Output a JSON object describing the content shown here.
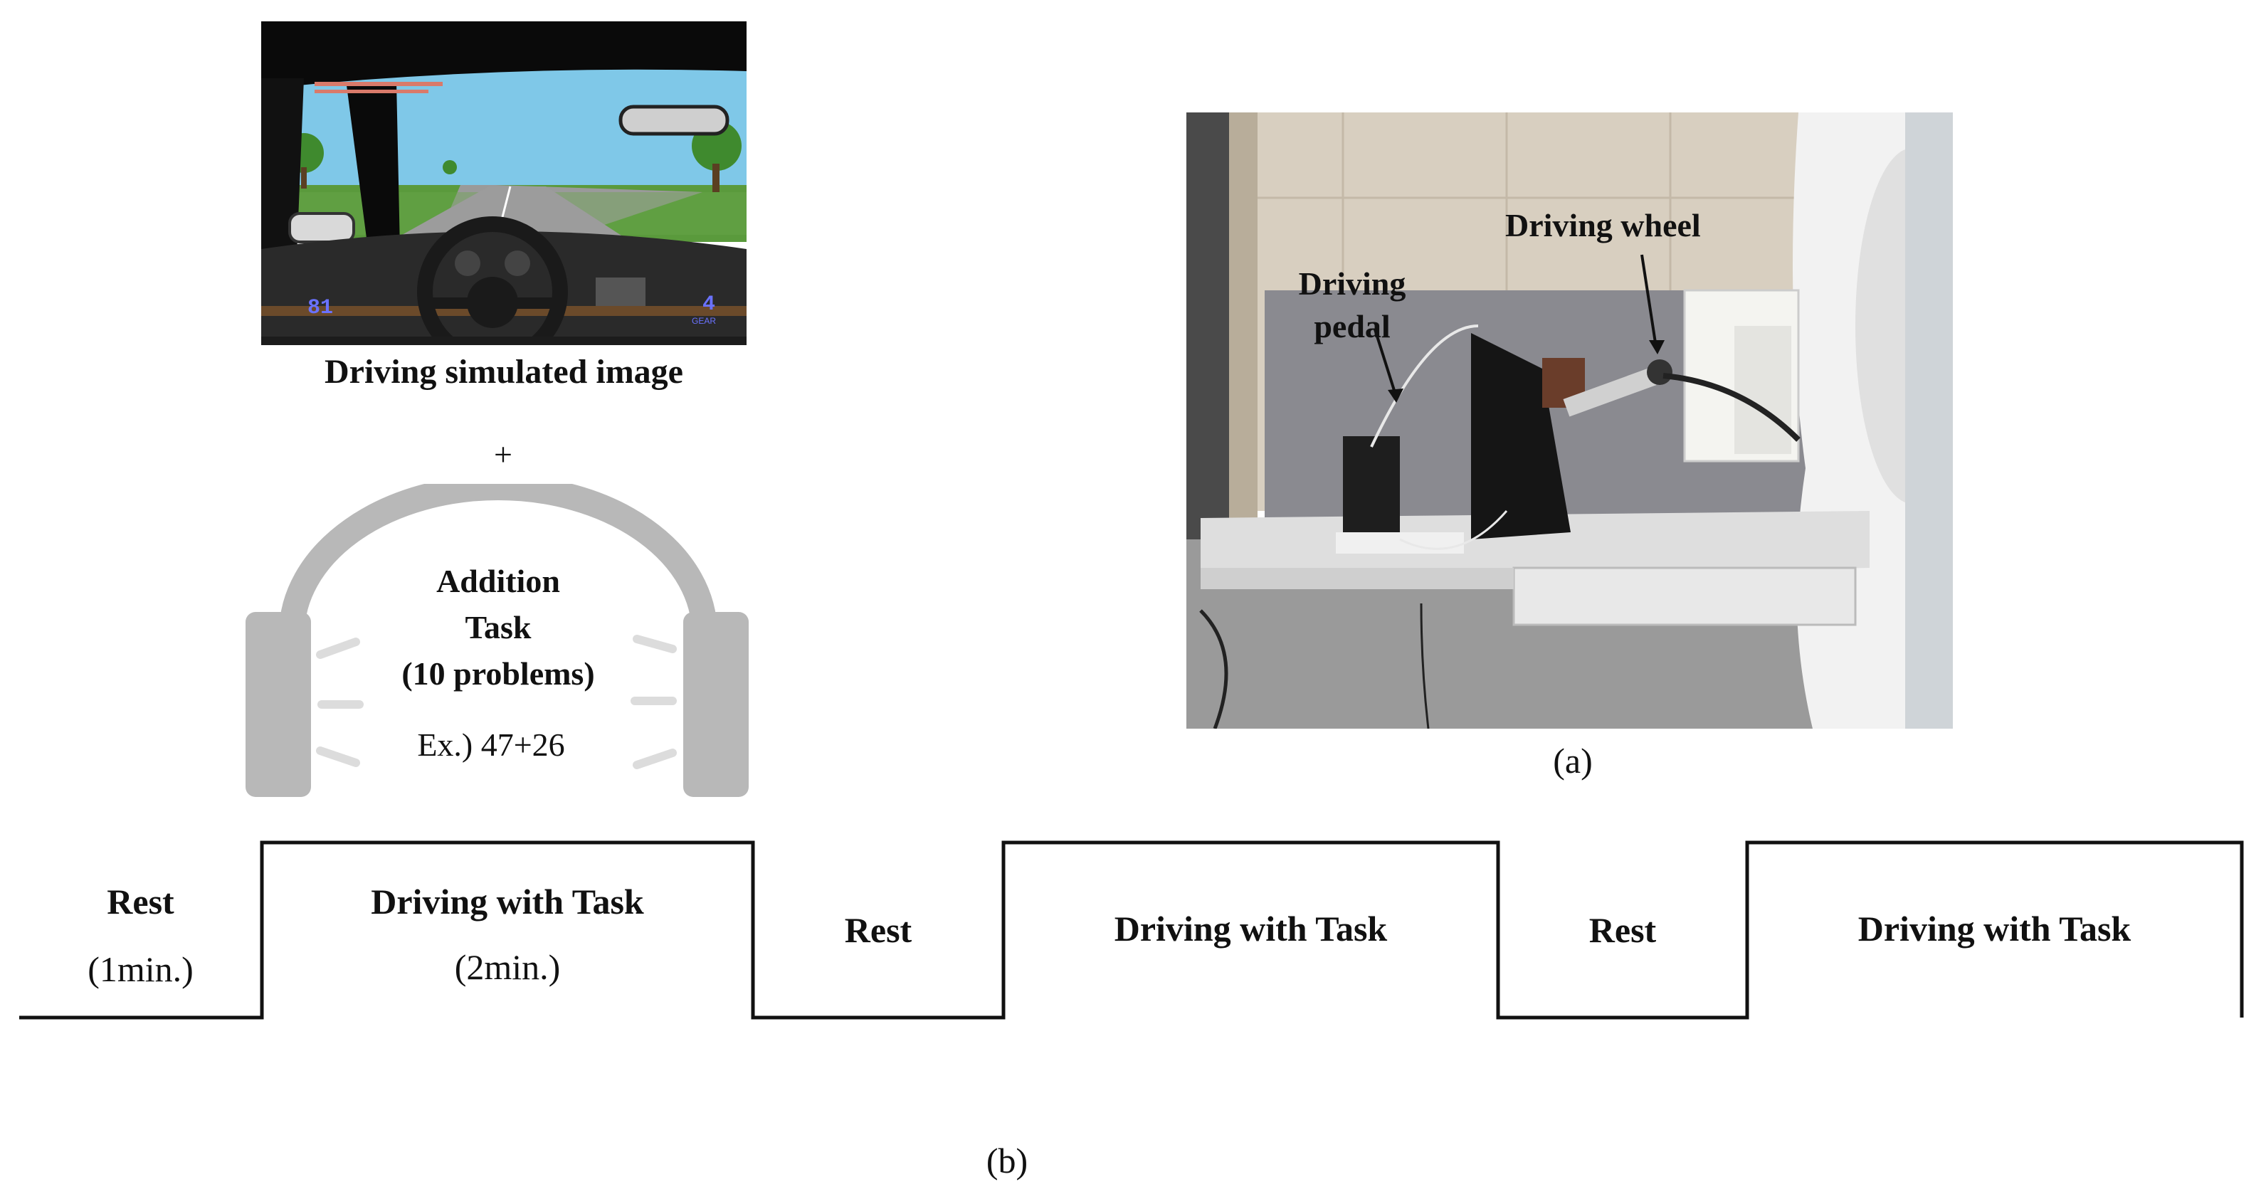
{
  "panel_a": {
    "sim_caption": "Driving simulated image",
    "plus": "+",
    "task_title_1": "Addition",
    "task_title_2": "Task",
    "task_title_3": "(10 problems)",
    "task_example": "Ex.) 47+26",
    "photo_label_wheel": "Driving wheel",
    "photo_label_pedal_1": "Driving",
    "photo_label_pedal_2": "pedal",
    "caption": "(a)",
    "hud_speed": "81",
    "hud_gear": "4",
    "hud_gear_unit": "GEAR"
  },
  "panel_b": {
    "blocks": [
      {
        "label": "Rest",
        "duration": "(1min.)"
      },
      {
        "label": "Driving with Task",
        "duration": "(2min.)"
      },
      {
        "label": "Rest",
        "duration": ""
      },
      {
        "label": "Driving with Task",
        "duration": ""
      },
      {
        "label": "Rest",
        "duration": ""
      },
      {
        "label": "Driving with Task",
        "duration": ""
      }
    ],
    "caption": "(b)"
  },
  "colors": {
    "headphone_gray": "#b8b8b8",
    "sound_line_gray": "#dcdcdc",
    "sky": "#7fc8e8",
    "grass": "#5a9a3c",
    "road": "#9a9a9a",
    "dashboard": "#2a2a2a",
    "hud_text": "#6a72ff",
    "wall": "#d8cfc0",
    "panel_gray": "#8a8a90",
    "floor": "#9a9a9a",
    "mri_white": "#f2f2f2"
  }
}
